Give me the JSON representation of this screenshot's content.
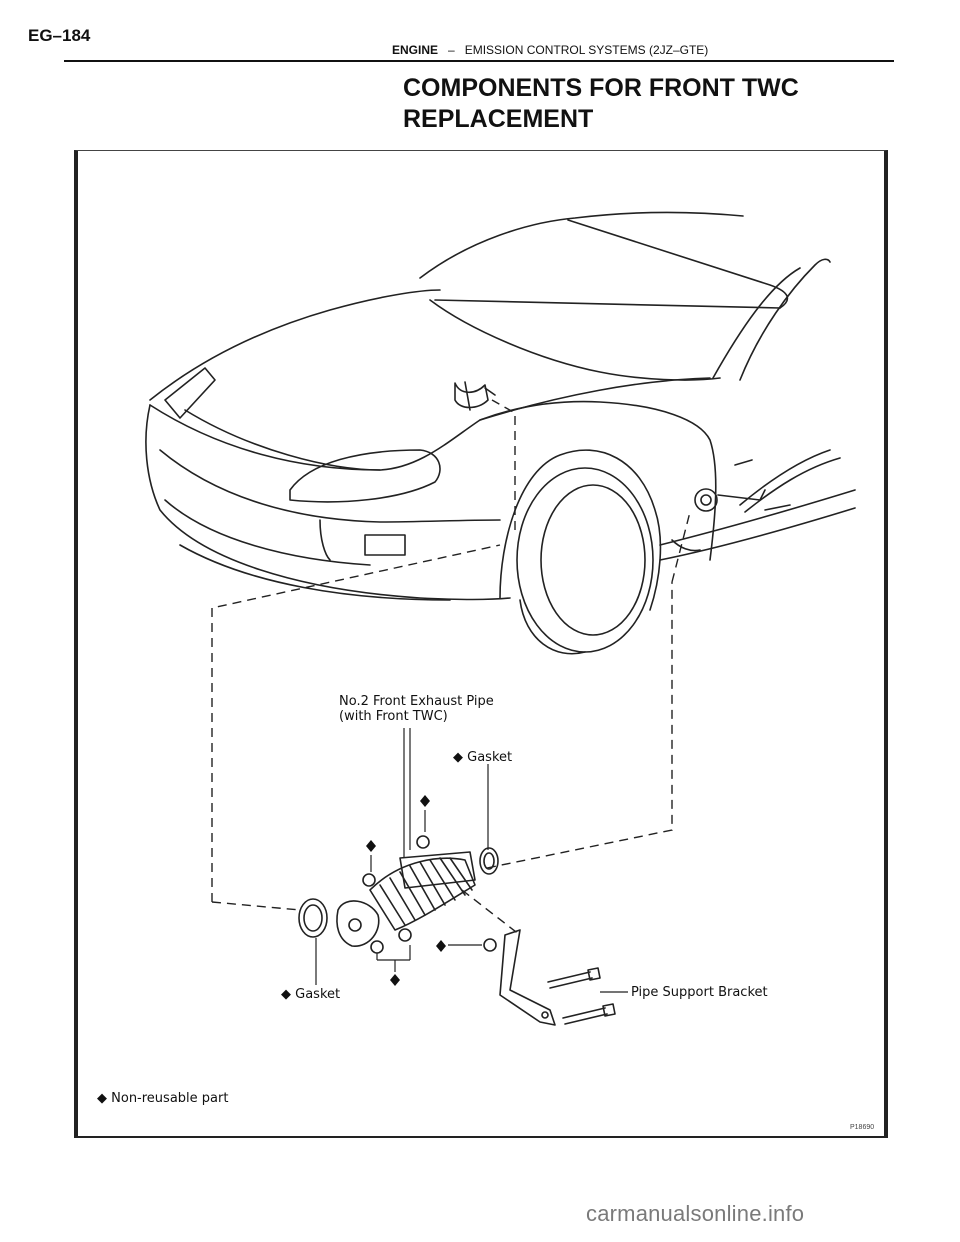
{
  "header": {
    "page_number": "EG–184",
    "section": "ENGINE",
    "separator": "–",
    "subsection": "EMISSION CONTROL SYSTEMS (2JZ–GTE)"
  },
  "title": "COMPONENTS FOR FRONT TWC REPLACEMENT",
  "figure": {
    "labels": {
      "front_exhaust_pipe_line1": "No.2 Front Exhaust Pipe",
      "front_exhaust_pipe_line2": "(with Front TWC)",
      "gasket_rear": "Gasket",
      "gasket_front": "Gasket",
      "pipe_support_bracket": "Pipe Support Bracket",
      "legend": "Non-reusable part"
    },
    "symbols": {
      "non_reusable_marker": "◆"
    },
    "figure_code": "P18690"
  },
  "watermark": "carmanualsonline.info"
}
